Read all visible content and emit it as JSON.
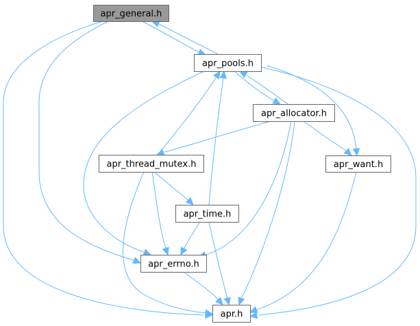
{
  "graph": {
    "type": "include-dependency-graph",
    "colors": {
      "edge": "#63b8ff",
      "node_border": "#666666",
      "root_fill": "#999999",
      "node_fill": "#ffffff"
    },
    "nodes": [
      {
        "id": "apr_general",
        "label": "apr_general.h",
        "root": true
      },
      {
        "id": "apr_pools",
        "label": "apr_pools.h"
      },
      {
        "id": "apr_allocator",
        "label": "apr_allocator.h"
      },
      {
        "id": "apr_thread_mutex",
        "label": "apr_thread_mutex.h"
      },
      {
        "id": "apr_want",
        "label": "apr_want.h"
      },
      {
        "id": "apr_time",
        "label": "apr_time.h"
      },
      {
        "id": "apr_errno",
        "label": "apr_errno.h"
      },
      {
        "id": "apr",
        "label": "apr.h"
      }
    ],
    "edges": [
      {
        "from": "apr_general",
        "to": "apr"
      },
      {
        "from": "apr_general",
        "to": "apr_errno"
      },
      {
        "from": "apr_general",
        "to": "apr_pools"
      },
      {
        "from": "apr_pools",
        "to": "apr_general"
      },
      {
        "from": "apr_pools",
        "to": "apr"
      },
      {
        "from": "apr_pools",
        "to": "apr_errno"
      },
      {
        "from": "apr_pools",
        "to": "apr_allocator"
      },
      {
        "from": "apr_pools",
        "to": "apr_want"
      },
      {
        "from": "apr_allocator",
        "to": "apr_pools"
      },
      {
        "from": "apr_allocator",
        "to": "apr_thread_mutex"
      },
      {
        "from": "apr_allocator",
        "to": "apr_want"
      },
      {
        "from": "apr_allocator",
        "to": "apr_errno"
      },
      {
        "from": "apr_allocator",
        "to": "apr"
      },
      {
        "from": "apr_thread_mutex",
        "to": "apr_pools"
      },
      {
        "from": "apr_thread_mutex",
        "to": "apr_time"
      },
      {
        "from": "apr_thread_mutex",
        "to": "apr_errno"
      },
      {
        "from": "apr_thread_mutex",
        "to": "apr"
      },
      {
        "from": "apr_time",
        "to": "apr_pools"
      },
      {
        "from": "apr_time",
        "to": "apr_errno"
      },
      {
        "from": "apr_time",
        "to": "apr"
      },
      {
        "from": "apr_errno",
        "to": "apr"
      },
      {
        "from": "apr_want",
        "to": "apr"
      }
    ]
  }
}
